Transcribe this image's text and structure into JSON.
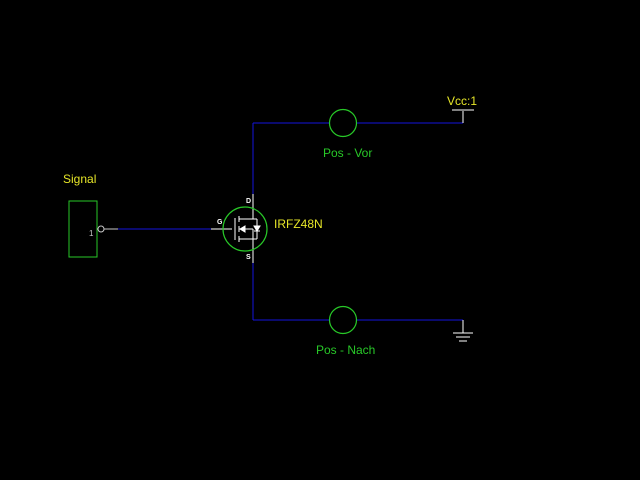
{
  "colors": {
    "background": "#000000",
    "wire": "#1414dc",
    "component": "#28c828",
    "label_yellow": "#e6e628",
    "label_green": "#28c828",
    "terminal": "#c8c8c8"
  },
  "components": {
    "signal_source": {
      "label": "Signal",
      "pin_label": "1",
      "icon": "signal-port-icon"
    },
    "mosfet": {
      "label": "IRFZ48N",
      "pin_gate": "G",
      "pin_drain": "D",
      "pin_source": "S",
      "icon": "n-channel-mosfet-icon"
    },
    "probe_top": {
      "label": "Pos - Vor",
      "icon": "voltage-probe-icon"
    },
    "probe_bottom": {
      "label": "Pos - Nach",
      "icon": "voltage-probe-icon"
    },
    "vcc": {
      "label": "Vcc:1",
      "icon": "vcc-terminal-icon"
    },
    "ground": {
      "icon": "ground-symbol-icon"
    }
  }
}
